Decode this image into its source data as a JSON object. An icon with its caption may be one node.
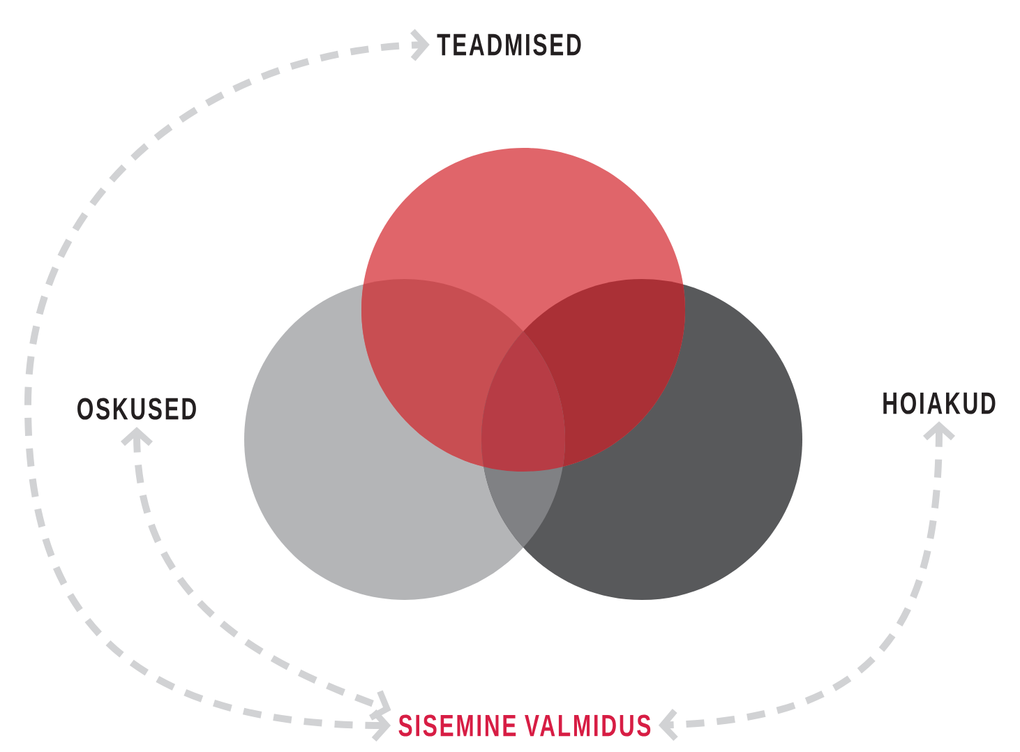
{
  "diagram": {
    "nodes": [
      {
        "text": [
          "TEADMISED"
        ]
      },
      {
        "text": [
          "OSKUSED"
        ]
      },
      {
        "text": [
          "HOIAKUD"
        ]
      },
      {
        "text": [
          "SISEMINE VALMIDUS"
        ]
      }
    ],
    "edges": [
      {
        "from": 3,
        "to": 0,
        "arrow": "both",
        "style": "dashed"
      },
      {
        "from": 1,
        "to": 3,
        "arrow": "both",
        "style": "dashed"
      },
      {
        "from": 2,
        "to": 3,
        "arrow": "both",
        "style": "dashed"
      }
    ]
  }
}
